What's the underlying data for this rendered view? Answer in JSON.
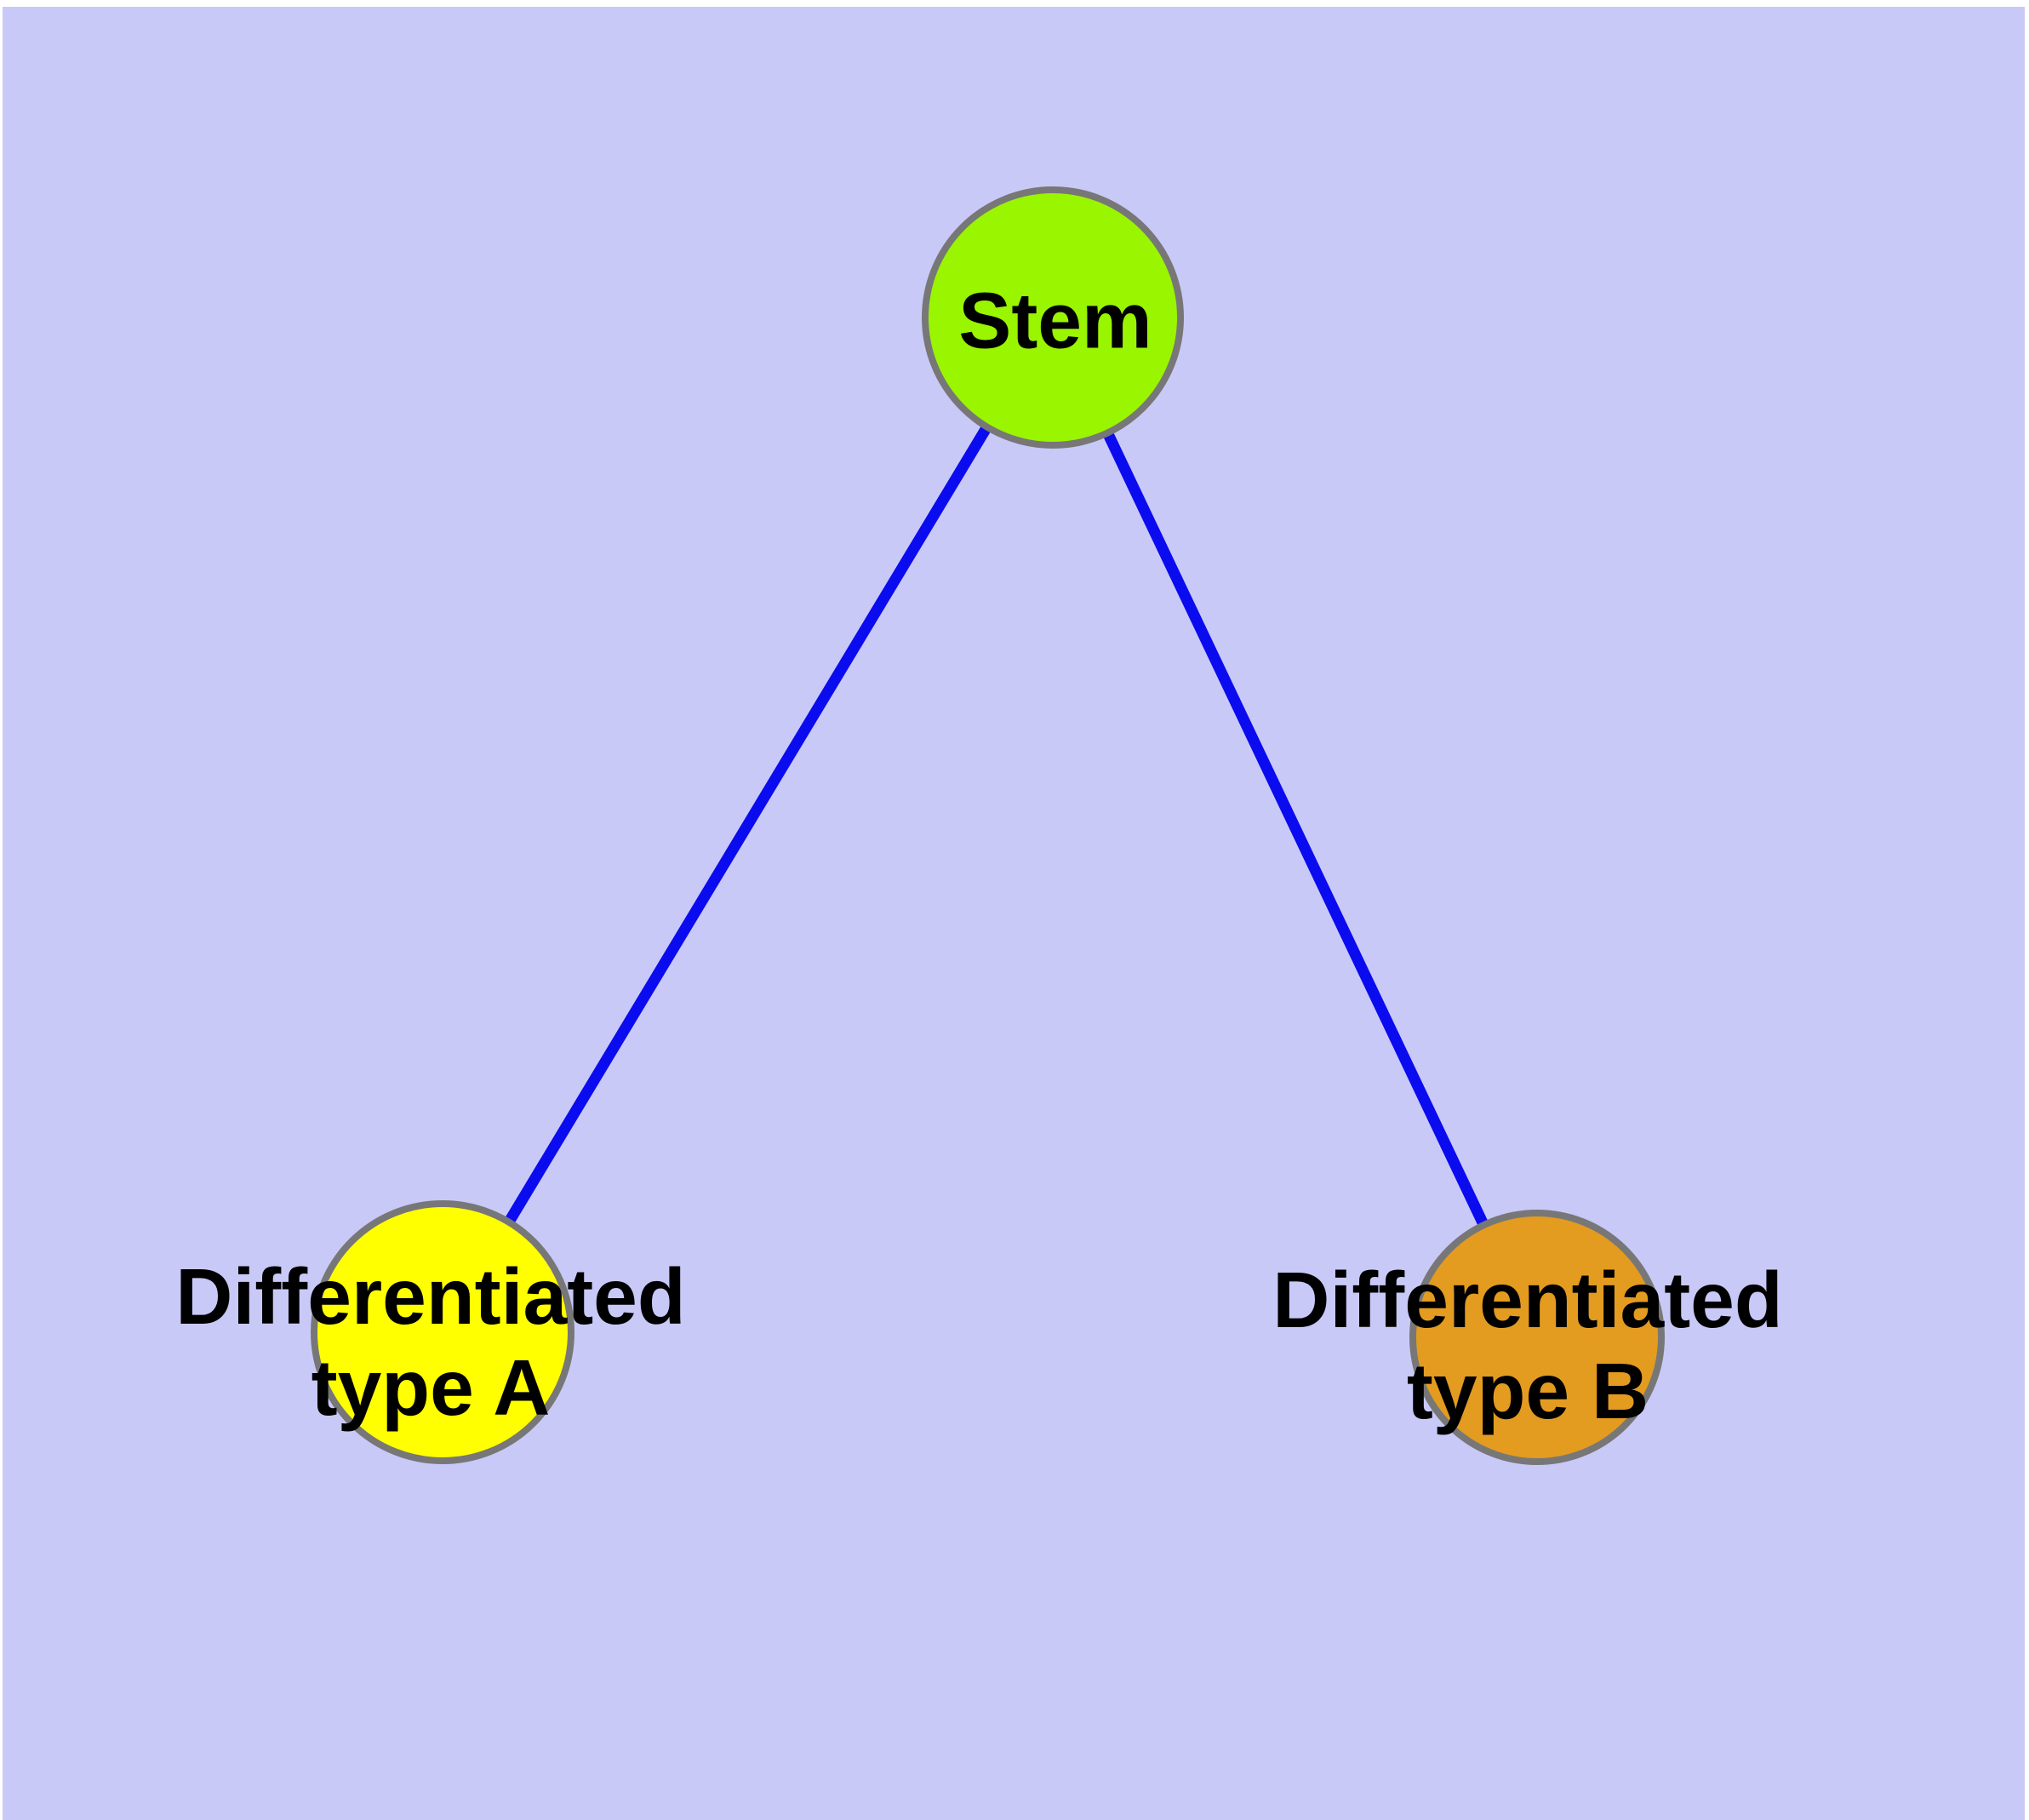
{
  "diagram": {
    "background_color": "#C9C9F8",
    "margin_color": "#FFFFFF",
    "edge_color": "#0B0BEF",
    "node_stroke_color": "#777777",
    "label_color": "#000000",
    "nodes": [
      {
        "id": "stem",
        "label": "Stem",
        "fill": "#9AF500"
      },
      {
        "id": "differentiated-type-a",
        "label_line1": "Differentiated",
        "label_line2": "type A",
        "fill": "#FFFF00"
      },
      {
        "id": "differentiated-type-b",
        "label_line1": "Differentiated",
        "label_line2": "type B",
        "fill": "#E39B20"
      }
    ],
    "edges": [
      {
        "from": "Stem",
        "to": "Differentiated type A"
      },
      {
        "from": "Stem",
        "to": "Differentiated type B"
      }
    ]
  }
}
